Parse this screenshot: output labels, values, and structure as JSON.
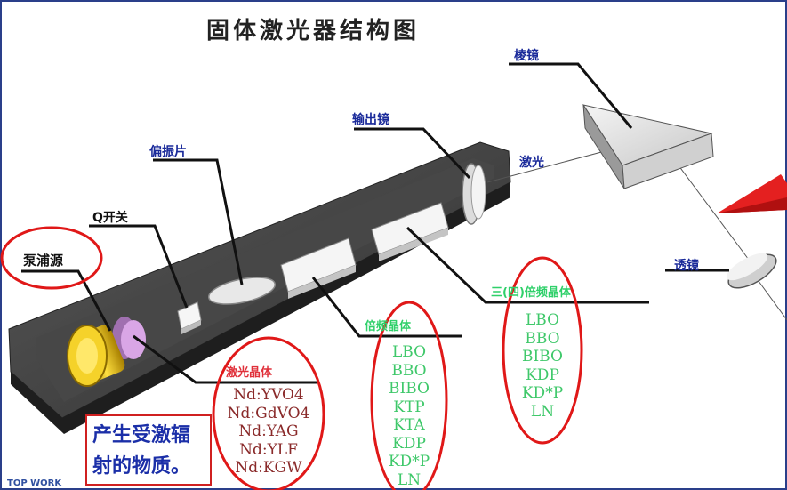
{
  "title": "固体激光器结构图",
  "labels": {
    "prism": "棱镜",
    "output_mirror": "输出镜",
    "laser": "激光",
    "polarizer": "偏振片",
    "q_switch": "Q开关",
    "pump_source": "泵浦源",
    "lens": "透镜",
    "third_fourth_harmonic_crystal": "三(四)倍频晶体",
    "doubling_crystal": "倍频晶体",
    "laser_crystal": "激光晶体"
  },
  "laser_crystal_list": [
    "Nd:YVO4",
    "Nd:GdVO4",
    "Nd:YAG",
    "Nd:YLF",
    "Nd:KGW"
  ],
  "doubling_crystal_list": [
    "LBO",
    "BBO",
    "BIBO",
    "KTP",
    "KTA",
    "KDP",
    "KD*P",
    "LN"
  ],
  "harmonic_crystal_list": [
    "LBO",
    "BBO",
    "BIBO",
    "KDP",
    "KD*P",
    "LN"
  ],
  "note": {
    "line1": "产生受激辐",
    "line2": "射的物质。"
  },
  "footer": "TOP WORK",
  "colors": {
    "label_blue": "#1a2a9a",
    "label_green": "#2fd06a",
    "label_red": "#e0303a",
    "ellipse_red": "#e01818",
    "base_dark": "#3a3a3a"
  }
}
